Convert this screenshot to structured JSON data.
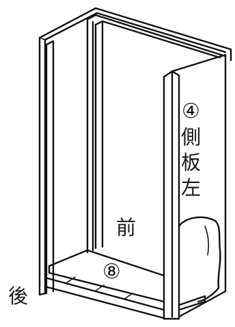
{
  "labels": {
    "side_panel_number": "④",
    "side_panel_char_1": "側",
    "side_panel_char_2": "板",
    "side_panel_char_3": "左",
    "front": "前",
    "back": "後",
    "bottom_panel_number": "⑧"
  }
}
